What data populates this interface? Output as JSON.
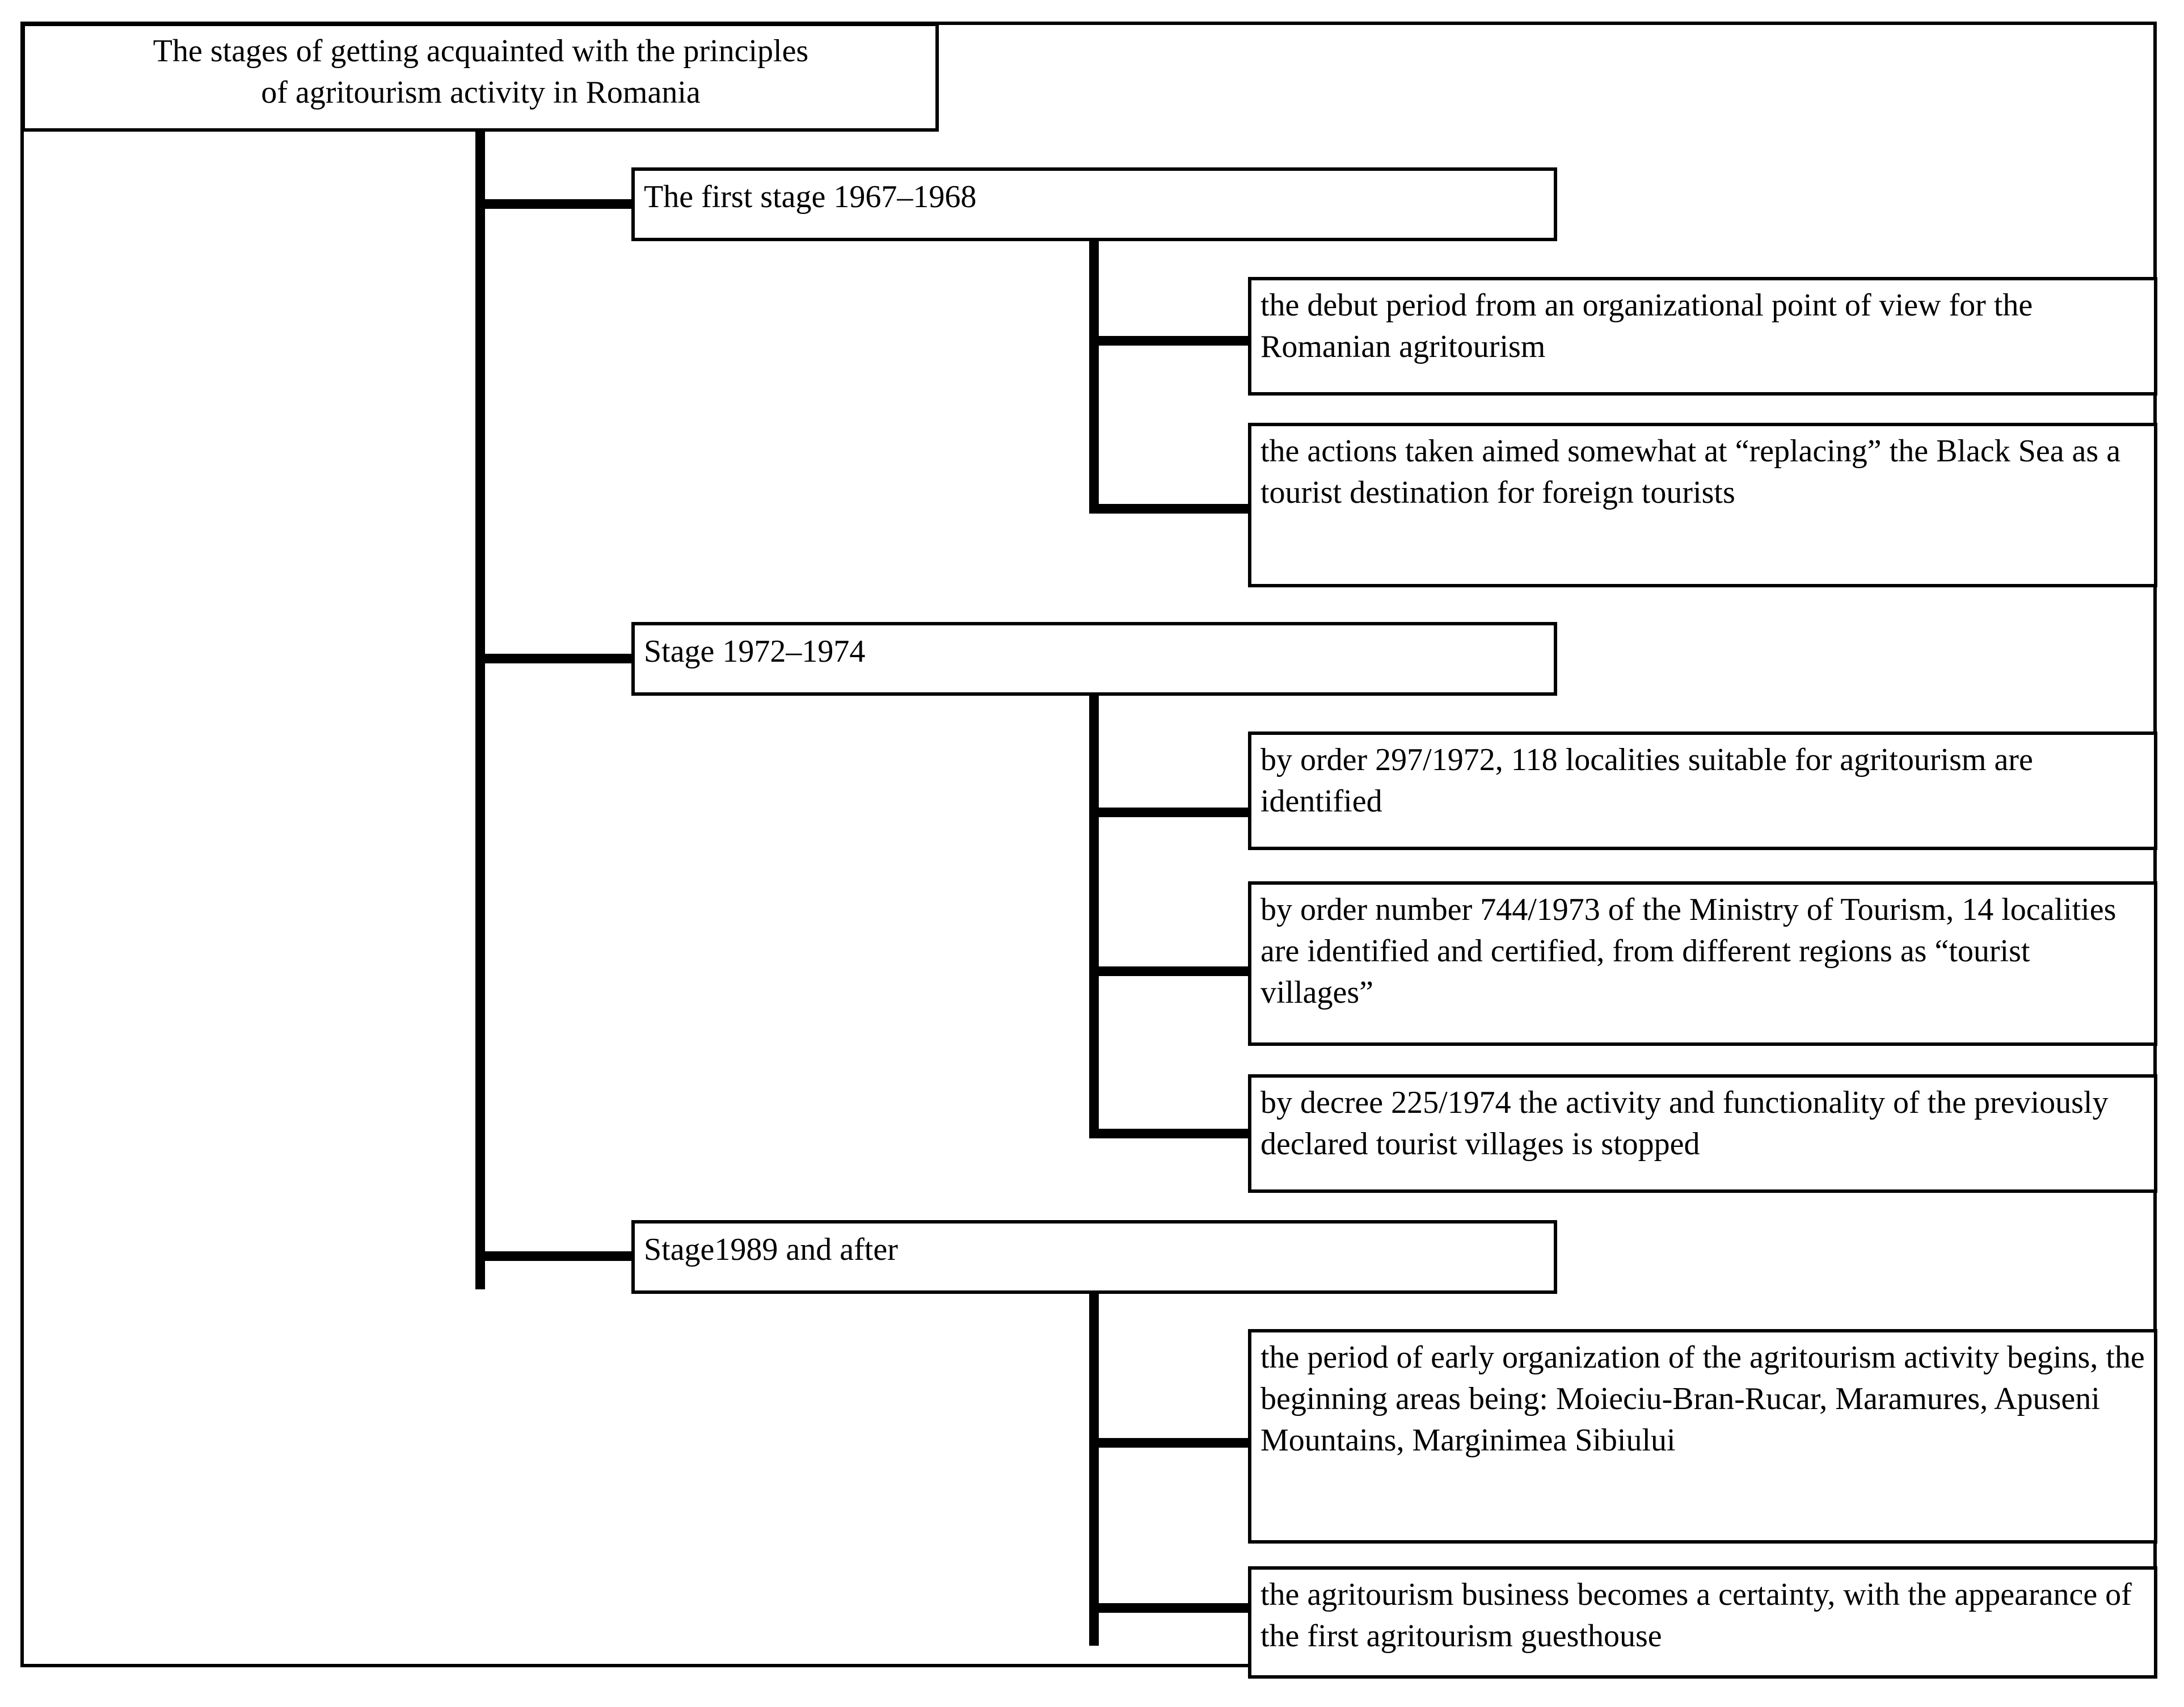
{
  "diagram": {
    "title": "The stages of getting acquainted with the principles of agritourism activity in Romania",
    "root": {
      "label_line1": "The stages of getting acquainted with the principles",
      "label_line2": "of agritourism activity in Romania"
    },
    "stages": [
      {
        "id": "stage-1",
        "label": "The first stage 1967–1968",
        "children": [
          {
            "id": "stage-1-item-1",
            "label": "the debut period from an organizational point of view for the Romanian agritourism"
          },
          {
            "id": "stage-1-item-2",
            "label": "the actions taken aimed somewhat at “replacing” the Black Sea as a tourist destination for foreign tourists"
          }
        ]
      },
      {
        "id": "stage-2",
        "label": "Stage 1972–1974",
        "children": [
          {
            "id": "stage-2-item-1",
            "label": "by order 297/1972, 118 localities suitable for agritourism are identified"
          },
          {
            "id": "stage-2-item-2",
            "label": "by order number 744/1973 of the Ministry of Tourism, 14 localities are identified and certified, from different regions as “tourist villages”"
          },
          {
            "id": "stage-2-item-3",
            "label": "by decree 225/1974 the activity and functionality of the previously declared tourist villages is stopped"
          }
        ]
      },
      {
        "id": "stage-3",
        "label": "Stage1989 and after",
        "children": [
          {
            "id": "stage-3-item-1",
            "label": "the period of early organization of the agritourism activity begins, the beginning areas being: Moieciu-Bran-Rucar, Maramures, Apuseni Mountains, Marginimea Sibiului"
          },
          {
            "id": "stage-3-item-2",
            "label": "the agritourism business becomes a certainty, with the appearance of the first agritourism guesthouse"
          }
        ]
      }
    ],
    "colors": {
      "line": "#000000",
      "box_fill": "#ffffff",
      "text": "#000000"
    }
  }
}
